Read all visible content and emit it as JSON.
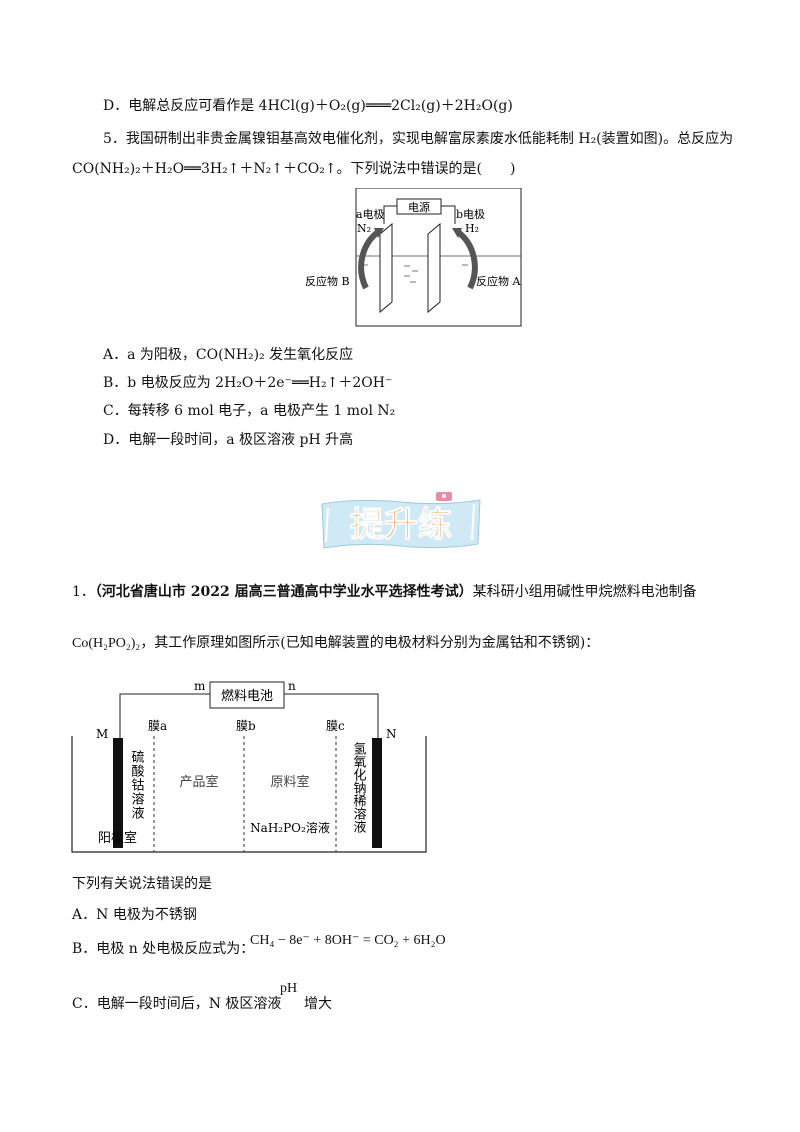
{
  "q4_option_d": {
    "letter": "D．",
    "text": "电解总反应可看作是 4HCl(g)＋O₂(g)═══2Cl₂(g)＋2H₂O(g)"
  },
  "q5": {
    "stem_line1": "5．我国研制出非贵金属镍钼基高效电催化剂，实现电解富尿素废水低能耗制 H₂(装置如图)。总反应为",
    "stem_line2": "CO(NH₂)₂＋H₂O══3H₂↑＋N₂↑＋CO₂↑。下列说法中错误的是(　　)",
    "figure": {
      "power_label": "电源",
      "a_label": "a电极",
      "b_label": "b电极",
      "n2_label": "N₂",
      "h2_label": "H₂",
      "reactant_b": "反应物 B",
      "reactant_a": "反应物 A"
    },
    "options": [
      {
        "letter": "A．",
        "text": "a 为阳极，CO(NH₂)₂ 发生氧化反应"
      },
      {
        "letter": "B．",
        "text": "b 电极反应为 2H₂O＋2e⁻══H₂↑＋2OH⁻"
      },
      {
        "letter": "C．",
        "text": "每转移 6 mol 电子，a 电极产生 1 mol N₂"
      },
      {
        "letter": "D．",
        "text": "电解一段时间，a 极区溶液 pH 升高"
      }
    ]
  },
  "banner": {
    "text": "提升练",
    "colors": {
      "fill": "#ef7a1a",
      "stroke": "#ffffff",
      "band": "#cfe9f5",
      "accent": "#e58fa6"
    }
  },
  "p1": {
    "number": "1．",
    "source": "（河北省唐山市 2022 届高三普通高中学业水平选择性考试）",
    "stem_rest": "某科研小组用碱性甲烷燃料电池制备",
    "compound": "Co(H₂PO₂)₂",
    "stem_line2": "，其工作原理如图所示(已知电解装置的电极材料分别为金属钴和不锈钢)：",
    "figure": {
      "battery": "燃料电池",
      "m": "m",
      "n": "n",
      "M": "M",
      "N": "N",
      "membrane_a": "膜a",
      "membrane_b": "膜b",
      "membrane_c": "膜c",
      "left_solution": "硫酸钴溶液",
      "product_room": "产品室",
      "raw_room": "原料室",
      "right_solution": "氢氧化钠稀溶液",
      "anode_room": "阳极室",
      "raw_solution": "NaH₂PO₂溶液"
    },
    "prompt": "下列有关说法错误的是",
    "options": [
      {
        "letter": "A．",
        "text": "N 电极为不锈钢"
      },
      {
        "letter": "B．",
        "text": "电极 n 处电极反应式为：",
        "formula": "CH₄ − 8e⁻ + 8OH⁻ = CO₂ + 6H₂O"
      },
      {
        "letter": "C．",
        "text": "电解一段时间后，N 极区溶液",
        "formula_sup": "pH",
        "text2": "增大"
      }
    ]
  }
}
